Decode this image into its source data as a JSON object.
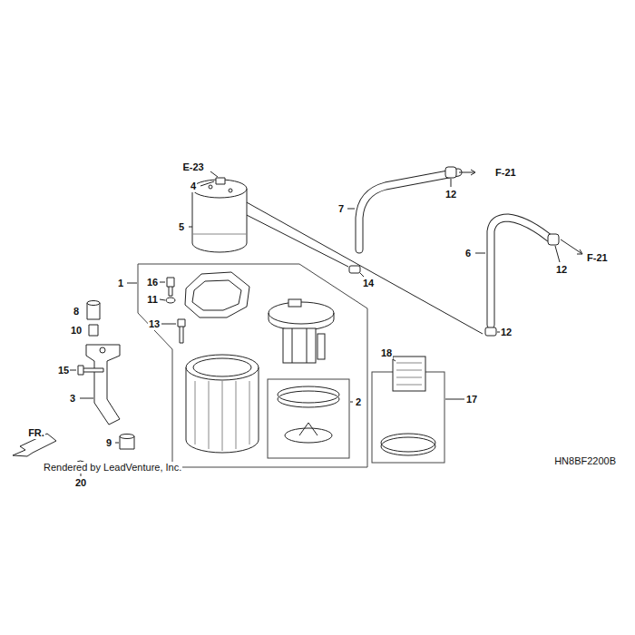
{
  "diagram": {
    "labels": [
      "E-23",
      "F-21",
      "4",
      "7",
      "12",
      "5",
      "F-21",
      "6",
      "12",
      "14",
      "1",
      "16",
      "11",
      "8",
      "10",
      "13",
      "15",
      "18",
      "12",
      "3",
      "2",
      "17",
      "FR.",
      "9",
      "Rendered by LeadVenture, Inc.",
      "HN8BF2200B",
      "20"
    ]
  }
}
